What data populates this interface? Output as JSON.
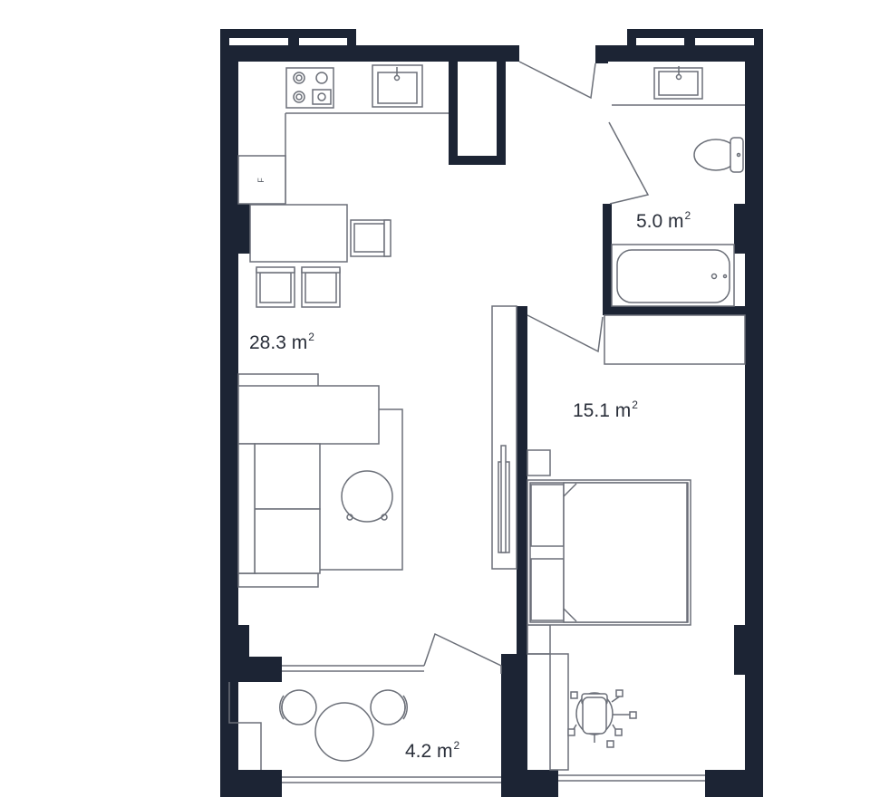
{
  "rooms": [
    {
      "id": "living-kitchen",
      "area_value": "28.3",
      "unit": "m",
      "exponent": "2"
    },
    {
      "id": "bathroom",
      "area_value": "5.0",
      "unit": "m",
      "exponent": "2"
    },
    {
      "id": "bedroom",
      "area_value": "15.1",
      "unit": "m",
      "exponent": "2"
    },
    {
      "id": "balcony",
      "area_value": "4.2",
      "unit": "m",
      "exponent": "2"
    }
  ],
  "fixtures": {
    "fridge_label": "F"
  },
  "colors": {
    "wall": "#1c2434",
    "line": "#6b6f78",
    "background": "#ffffff"
  }
}
